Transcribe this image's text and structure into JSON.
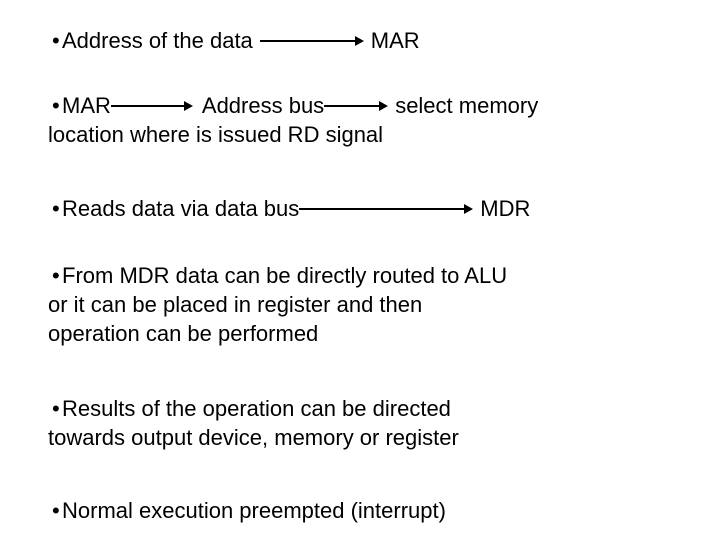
{
  "slide": {
    "background_color": "#ffffff",
    "text_color": "#000000",
    "bullet_glyph": "•",
    "bullets": [
      {
        "id": "address-of-the-data",
        "lines": [
          {
            "bulleted": true,
            "segments": [
              {
                "type": "text",
                "value": "Address of the data"
              },
              {
                "type": "arrow",
                "length": "long"
              },
              {
                "type": "text",
                "value": "MAR"
              }
            ],
            "plain_text": "• Address of the data → MAR"
          }
        ]
      },
      {
        "id": "mar-address-bus-select-memory",
        "lines": [
          {
            "bulleted": true,
            "segments": [
              {
                "type": "text",
                "value": "MAR"
              },
              {
                "type": "arrow",
                "length": "medium"
              },
              {
                "type": "text",
                "value": "Address bus"
              },
              {
                "type": "arrow",
                "length": "short"
              },
              {
                "type": "text",
                "value": "select memory"
              }
            ],
            "plain_text": "• MAR → Address bus → select memory"
          },
          {
            "bulleted": false,
            "segments": [
              {
                "type": "text",
                "value": "location where is issued RD signal"
              }
            ],
            "plain_text": "location where is issued RD signal"
          }
        ]
      },
      {
        "id": "reads-data-via-data-bus",
        "lines": [
          {
            "bulleted": true,
            "segments": [
              {
                "type": "text",
                "value": "Reads data via data bus"
              },
              {
                "type": "arrow",
                "length": "extra-long"
              },
              {
                "type": "text",
                "value": "MDR"
              }
            ],
            "plain_text": "• Reads data via data bus → MDR"
          }
        ]
      },
      {
        "id": "from-mdr-data-routed",
        "lines": [
          {
            "bulleted": true,
            "segments": [
              {
                "type": "text",
                "value": "From MDR data can be directly routed to ALU"
              }
            ],
            "plain_text": "• From MDR data can be directly routed to ALU"
          },
          {
            "bulleted": false,
            "segments": [
              {
                "type": "text",
                "value": "or it can be placed in register and then"
              }
            ],
            "plain_text": "or it can be placed in register and then"
          },
          {
            "bulleted": false,
            "segments": [
              {
                "type": "text",
                "value": "operation can be performed"
              }
            ],
            "plain_text": "operation can be performed"
          }
        ]
      },
      {
        "id": "results-of-the-operation",
        "lines": [
          {
            "bulleted": true,
            "segments": [
              {
                "type": "text",
                "value": "Results of the operation can be directed"
              }
            ],
            "plain_text": "• Results of the operation can be directed"
          },
          {
            "bulleted": false,
            "segments": [
              {
                "type": "text",
                "value": "towards output device, memory or register"
              }
            ],
            "plain_text": "towards output device, memory or register"
          }
        ]
      },
      {
        "id": "normal-execution-preempted",
        "lines": [
          {
            "bulleted": true,
            "segments": [
              {
                "type": "text",
                "value": "Normal execution preempted (interrupt)"
              }
            ],
            "plain_text": "• Normal execution preempted (interrupt)"
          }
        ]
      }
    ]
  }
}
